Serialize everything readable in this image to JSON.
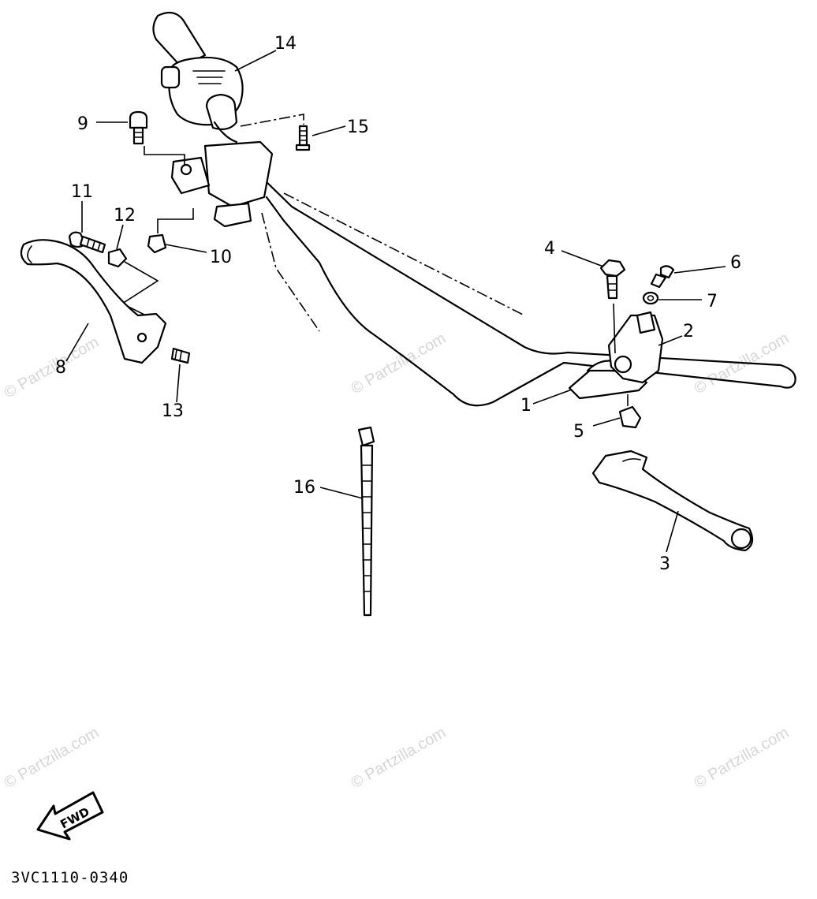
{
  "diagram": {
    "callouts": [
      {
        "id": "c1",
        "text": "1"
      },
      {
        "id": "c2",
        "text": "2"
      },
      {
        "id": "c3",
        "text": "3"
      },
      {
        "id": "c4",
        "text": "4"
      },
      {
        "id": "c5",
        "text": "5"
      },
      {
        "id": "c6",
        "text": "6"
      },
      {
        "id": "c7",
        "text": "7"
      },
      {
        "id": "c8",
        "text": "8"
      },
      {
        "id": "c9",
        "text": "9"
      },
      {
        "id": "c10",
        "text": "10"
      },
      {
        "id": "c11",
        "text": "11"
      },
      {
        "id": "c12",
        "text": "12"
      },
      {
        "id": "c13",
        "text": "13"
      },
      {
        "id": "c14",
        "text": "14"
      },
      {
        "id": "c15",
        "text": "15"
      },
      {
        "id": "c16",
        "text": "16"
      }
    ],
    "arrow_label": "FWD",
    "diagram_code": "3VC1110-0340",
    "watermark": "© Partzilla.com"
  }
}
